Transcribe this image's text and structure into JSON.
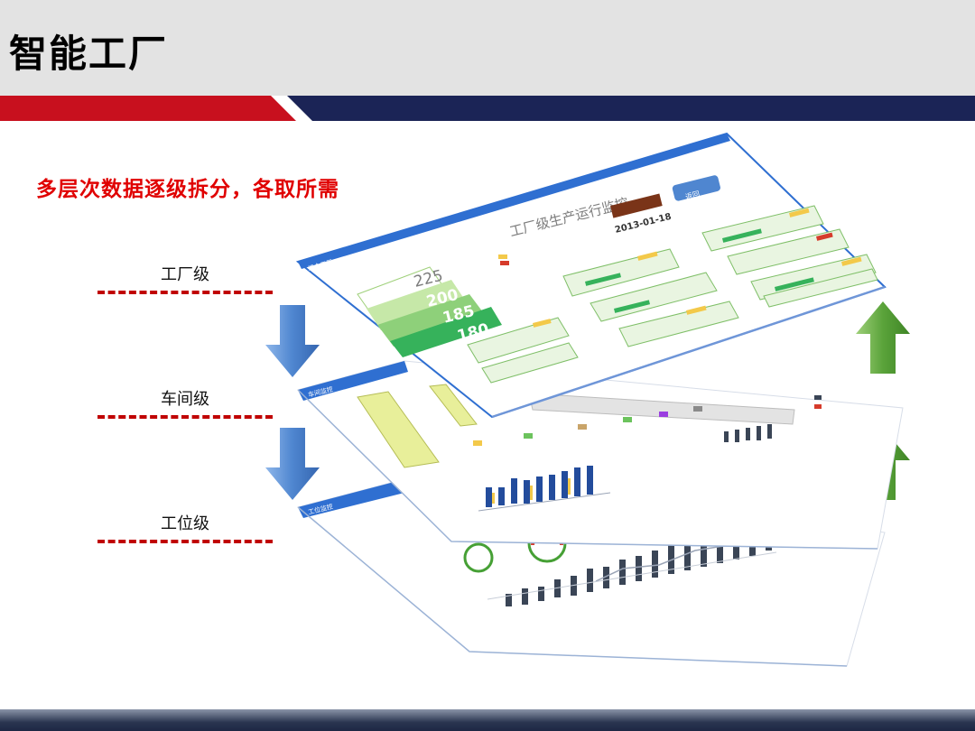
{
  "slide": {
    "title": "智能工厂",
    "subtitle": "多层次数据逐级拆分，各取所需"
  },
  "levels": [
    {
      "label": "工厂级"
    },
    {
      "label": "车间级"
    },
    {
      "label": "工位级"
    }
  ],
  "factory_panel": {
    "tab": "综合工厂",
    "title": "工厂级生产运行监控",
    "date": "2013-01-18",
    "button_label": "返回",
    "kpis": [
      "225",
      "200",
      "185",
      "180"
    ]
  },
  "workshop_panel": {
    "tab": "车间监控"
  },
  "station_panel": {
    "tab": "工位监控"
  },
  "colors": {
    "header_bg": "#e3e3e3",
    "accent_red": "#c00000",
    "band_navy": "#1b2456",
    "down_arrow": "#4f86d0",
    "up_arrow": "#5aa33a",
    "panel_border": "#2f6fd1"
  },
  "icons": {
    "down_arrows": "arrow-down-icon",
    "up_arrows": "arrow-up-icon"
  }
}
